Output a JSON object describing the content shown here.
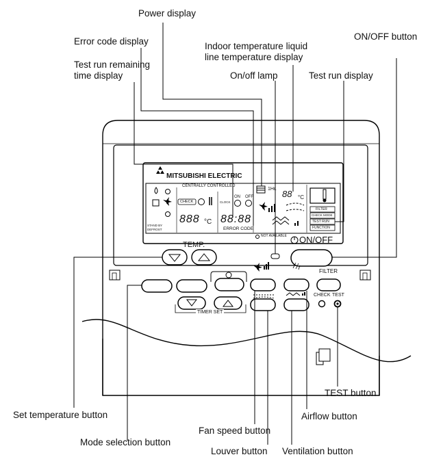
{
  "labels": {
    "power_display": "Power display",
    "error_code_display": "Error code display",
    "indoor_temp_line1": "Indoor temperature liquid",
    "indoor_temp_line2": "line temperature display",
    "onoff_button": "ON/OFF button",
    "test_run_remaining_line1": "Test run remaining",
    "test_run_remaining_line2": "time display",
    "onoff_lamp": "On/off lamp",
    "test_run_display": "Test run display",
    "test_button": "TEST button",
    "set_temperature_button": "Set temperature button",
    "airflow_button": "Airflow button",
    "fan_speed_button": "Fan speed button",
    "mode_selection_button": "Mode selection button",
    "louver_button": "Louver button",
    "ventilation_button": "Ventilation button"
  },
  "panel": {
    "brand": "MITSUBISHI ELECTRIC",
    "centrally_controlled": "CENTRALLY CONTROLLED",
    "check": "CHECK",
    "clock": "CLOCK",
    "on": "ON",
    "off": "OFF",
    "error_code": "ERROR CODE",
    "not_available": "NOT AVAILABLE",
    "stand_by": "STAND BY",
    "defrost": "DEFROST",
    "temp_digits": "888",
    "temp_unit": "°C",
    "clock_digits": "88:88",
    "hour": "1Hr.",
    "liquid_digits": "88",
    "filter_box": "FILTER",
    "check_mode_box": "CHECK MODE",
    "test_run_box": "TEST RUN",
    "function_box": "FUNCTION",
    "temp_label": "TEMP.",
    "onoff_label": "ON/OFF",
    "timer_set": "TIMER SET",
    "filter_label": "FILTER",
    "check_label": "CHECK",
    "test_label": "TEST"
  }
}
